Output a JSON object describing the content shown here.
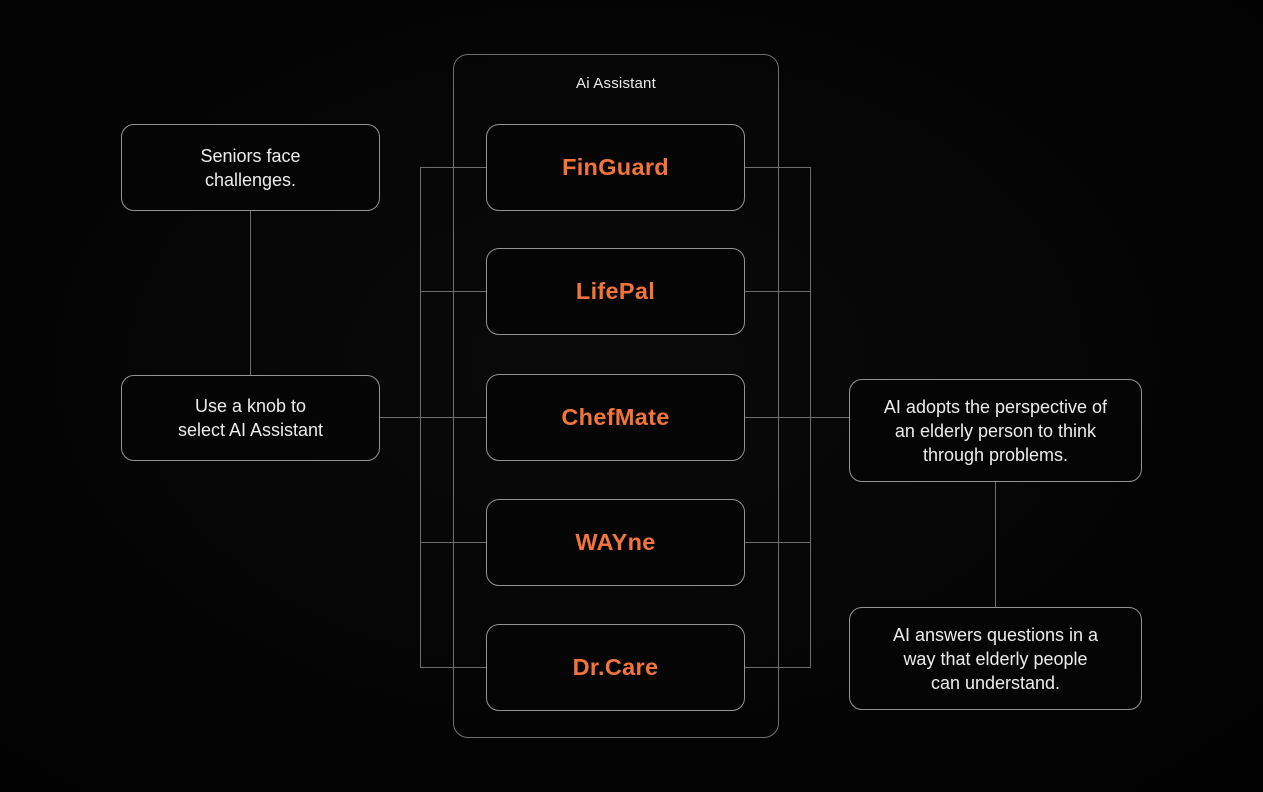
{
  "colors": {
    "background": "#000000",
    "accent_orange": "#F2743C",
    "node_border": "#939393",
    "group_border": "#6f6f6f",
    "connector_line": "#6e6e6e",
    "text": "#ececec"
  },
  "group": {
    "title": "Ai Assistant"
  },
  "assistants": {
    "items": [
      {
        "label": "FinGuard"
      },
      {
        "label": "LifePal"
      },
      {
        "label": "ChefMate"
      },
      {
        "label": "WAYne"
      },
      {
        "label": "Dr.Care"
      }
    ]
  },
  "left_flow": {
    "seniors": {
      "lines": [
        "Seniors face",
        "challenges."
      ]
    },
    "knob": {
      "lines": [
        "Use a knob to",
        "select AI Assistant"
      ]
    }
  },
  "right_flow": {
    "adopts": {
      "lines": [
        "AI adopts the perspective of",
        "an elderly person to think",
        "through problems."
      ]
    },
    "answers": {
      "lines": [
        "AI answers questions in a",
        "way that elderly people",
        "can understand."
      ]
    }
  }
}
